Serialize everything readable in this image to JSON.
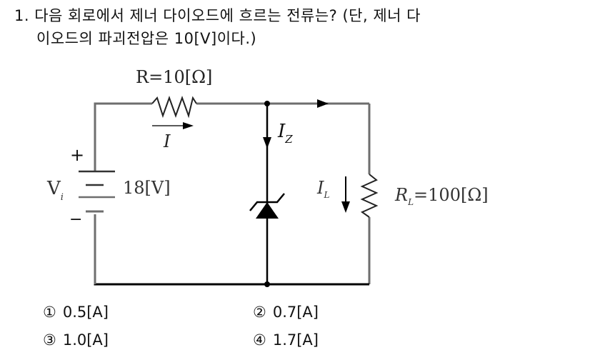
{
  "question": {
    "number": "1.",
    "text_line1": "1. 다음 회로에서 제너 다이오드에 흐르는 전류는? (단, 제너 다",
    "text_line2": "이오드의 파괴전압은 10[V]이다.)"
  },
  "circuit": {
    "resistor_label": "R=10[Ω]",
    "current_label": "I",
    "source_label": "V",
    "source_subscript": "i",
    "source_value": "18[V]",
    "plus_sign": "+",
    "minus_sign": "−",
    "zener_current_label": "I",
    "zener_current_subscript": "Z",
    "load_current_label": "I",
    "load_current_subscript": "L",
    "load_resistor_label": "R",
    "load_resistor_subscript": "L",
    "load_resistor_value": "=100[Ω]",
    "wire_color": "#6e6e6e",
    "wire_color_dark": "#000000"
  },
  "choices": [
    {
      "num": "①",
      "value": "0.5[A]"
    },
    {
      "num": "②",
      "value": "0.7[A]"
    },
    {
      "num": "③",
      "value": "1.0[A]"
    },
    {
      "num": "④",
      "value": "1.7[A]"
    }
  ]
}
